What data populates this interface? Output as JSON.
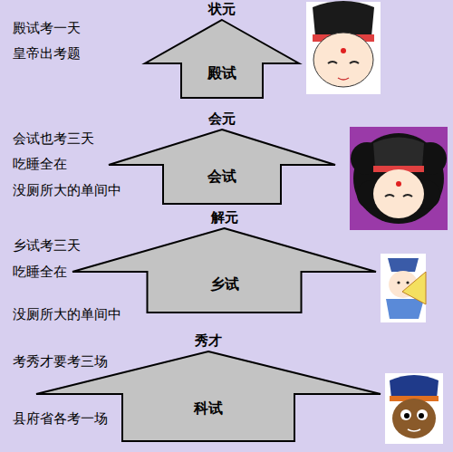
{
  "diagram": {
    "nodes": [
      {
        "text": [
          "状元",
          "殿试"
        ]
      },
      {
        "text": [
          "会元",
          "会试"
        ]
      },
      {
        "text": [
          "解元",
          "乡试"
        ]
      },
      {
        "text": [
          "秀才",
          "科试"
        ]
      }
    ],
    "labels": [
      "殿试考一天",
      "皇帝出考题",
      "会试也考三天",
      "吃睡全在",
      "没厕所大的单间中",
      "乡试考三天",
      "吃睡全在",
      "没厕所大的单间中",
      "考秀才要考三场",
      "县府省各考一场"
    ]
  }
}
